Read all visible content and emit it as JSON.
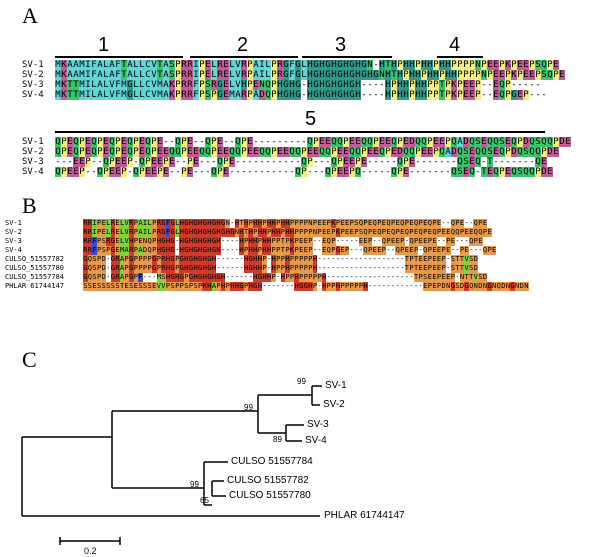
{
  "panels": {
    "a": "A",
    "b": "B",
    "c": "C"
  },
  "domains": [
    "1",
    "2",
    "3",
    "4",
    "5"
  ],
  "alignment_a1": {
    "rows": [
      {
        "name": "SV-1",
        "seq": "MKAAMIFALAFTALLCVTASPRRIPELRELVRPAILPRGFGLHGHGHGHGHGN-HTHPHHPHHPHHPPPPNPEEPKPEEPSQPE"
      },
      {
        "name": "SV-2",
        "seq": "MKAAMIFALAFTALLCVTASPRRIPELRELVRPAILPRGFGLHGHGHGHGHGHGNHTHPHHPHHPHHPPPPNPEEPKPEEPSQPE"
      },
      {
        "name": "SV-3",
        "seq": "MKTTMILALVFMGLLCVMAKPRRFPSRGELVHPENQPHGHG-HGHGHGHGH----HPHHPHHPPTPKPEEP--EQP-----"
      },
      {
        "name": "SV-4",
        "seq": "MKTTMILALVFMGLLCVMAKPRRFPSPGEMARPADQPHGHG-HGHGHGHGH----HPHHPHHPPTPKPEEP--EQPGEP---"
      }
    ]
  },
  "alignment_a2": {
    "rows": [
      {
        "name": "SV-1",
        "seq": "QPEQPEQPEQPEQPEQPE--QPE--QPE--QPE---------QPEEQQPEEQQPEEQPEDQQPEEPQADQSEQQSEQPDQSQQPDE"
      },
      {
        "name": "SV-2",
        "seq": "QPEQPEQPEQPEQPEQPEEQQPEEQQPEEQQPEEQQPEEQQPEEQQPEEQQPEEQPEDQQPEEPQADQSEQQSEQPDQSQQPDE"
      },
      {
        "name": "SV-3",
        "seq": "---EEP--QPEEP-QPEEPE--PE---QPE-----------QP---QPEEPE-----QPE-------QSEQ-T-------QE"
      },
      {
        "name": "SV-4",
        "seq": "QPEEP--QPEEP-QPEEPE--PE---QPE-----------QP---QPEEPQ-----QPE-------QSEQ-TEQPEQSQQPDE"
      }
    ]
  },
  "alignment_b": {
    "rows": [
      {
        "name": "SV-1",
        "seq": "RRIPELRELVRPAILPRGFGLHGHGHGHGHGN-HTHPHHPHHPHHPPPPNPEEPKPEEPSQPEQPEQPEQPEQPEQPE--QPE--QPE"
      },
      {
        "name": "SV-2",
        "seq": "RRIPELRELVRPAILPRGFGLHGHGHGHGHGHGNHTHPHHPHHPHHPPPPNPEEPKPEEPSQPEQPEQPEQPEQPEQPEEQQPEEQQPE"
      },
      {
        "name": "SV-3",
        "seq": "RRFPSRGELVHPENQPHGHG-HGHGHGHGH----HPHHPHHPPTPKPEEP--EQP-----EEP--QPEEP-QPEEPE--PE---QPE"
      },
      {
        "name": "SV-4",
        "seq": "RRFPSPGEMARPADQPHGHG-HGHGHGHGH----HPHHPHHPPTPKPEEP--EQPGEP---QPEEP--QPEEP-QPEEPE--PE---QPE"
      },
      {
        "name": "CULSO_51557782",
        "seq": "GQSPD-GRAPGPPPPGPRHGPGHGHGHGH------HGHHP-HPPHPPPPPH-------------------TPTEEPEEP-STTVSD"
      },
      {
        "name": "CULSO_51557780",
        "seq": "GQSPD-GRAPGPPPPGPRHGPGHGHGHGH------HGHHP-HPPHPPPPPH-------------------TPTEEPEEP-STTVSD"
      },
      {
        "name": "CULSO_51557784",
        "seq": "GQSPD-GRAPGPF---MSHGHGPGHGHGHGH------HGHHP-HPPHPPPPPH-------------------TPSEEPEEP-NTTVSD"
      },
      {
        "name": "PHLAR 61744147",
        "seq": "SSESSSSSTESESSSEVVPSPPSPSPKHAPHPHHGPHGH-------HGGHP-HPPHPPPPPH------------EPEPDNGSDGQNDNGNQDNGNDNGNQ"
      }
    ]
  },
  "tree": {
    "leaves": [
      "SV-1",
      "SV-2",
      "SV-3",
      "SV-4",
      "CULSO 51557784",
      "CULSO 51557782",
      "CULSO 51557780",
      "PHLAR 61744147"
    ],
    "bootstrap": [
      "99",
      "99",
      "89",
      "99",
      "65"
    ],
    "scale_label": "0.2"
  },
  "colors": {
    "cyan": "#5fd7d7",
    "teal": "#2e9a8a",
    "green": "#39c56b",
    "yellow": "#f2ef7a",
    "magenta": "#c45a9a",
    "red": "#d03a2a",
    "orange": "#e89a4a",
    "blue": "#3b48c8",
    "lime": "#7fd43a"
  }
}
